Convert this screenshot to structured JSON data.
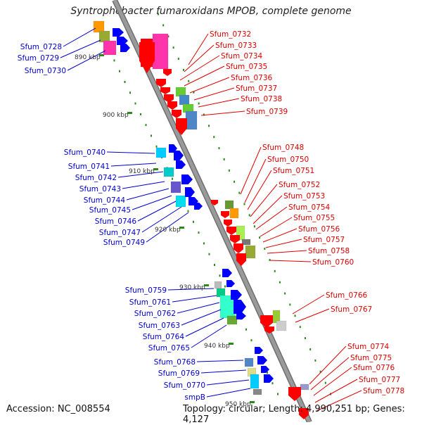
{
  "title": "Syntrophobacter fumaroxidans MPOB, complete genome",
  "accession_text": "Accession: NC_008554",
  "summary_text": "Topology: circular; Length: 4,990,251 bp; Genes: 4,127",
  "colors": {
    "backbone": "#9a9a9a",
    "forward_label": "#0000cc",
    "reverse_label": "#dd0000",
    "forward_gene": "#0000ff",
    "reverse_gene": "#ff0000",
    "scale_dots": "#2a8a1a"
  },
  "kbp_marks": [
    "890 kbp",
    "900 kbp",
    "910 kbp",
    "920 kbp",
    "930 kbp",
    "940 kbp",
    "950 kbp"
  ],
  "forward_labels": [
    "Sfum_0728",
    "Sfum_0729",
    "Sfum_0730",
    "Sfum_0740",
    "Sfum_0741",
    "Sfum_0742",
    "Sfum_0743",
    "Sfum_0744",
    "Sfum_0745",
    "Sfum_0746",
    "Sfum_0747",
    "Sfum_0749",
    "Sfum_0759",
    "Sfum_0761",
    "Sfum_0762",
    "Sfum_0763",
    "Sfum_0764",
    "Sfum_0765",
    "Sfum_0768",
    "Sfum_0769",
    "Sfum_0770",
    "smpB"
  ],
  "reverse_labels": [
    "Sfum_0732",
    "Sfum_0733",
    "Sfum_0734",
    "Sfum_0735",
    "Sfum_0736",
    "Sfum_0737",
    "Sfum_0738",
    "Sfum_0739",
    "Sfum_0748",
    "Sfum_0750",
    "Sfum_0751",
    "Sfum_0752",
    "Sfum_0753",
    "Sfum_0754",
    "Sfum_0755",
    "Sfum_0756",
    "Sfum_0757",
    "Sfum_0758",
    "Sfum_0760",
    "Sfum_0766",
    "Sfum_0767",
    "Sfum_0774",
    "Sfum_0775",
    "Sfum_0776",
    "Sfum_0777",
    "Sfum_0778"
  ]
}
